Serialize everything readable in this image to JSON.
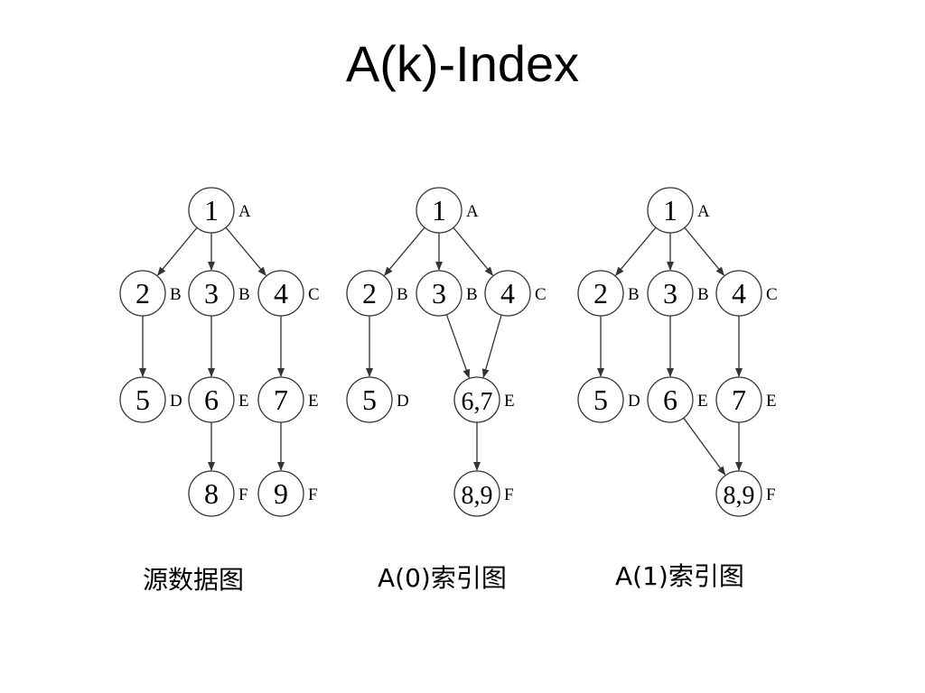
{
  "title": "A(k)-Index",
  "graphs": [
    {
      "id": "source",
      "caption": "源数据图",
      "nodes": [
        {
          "id": "1",
          "label": "1",
          "tag": "A"
        },
        {
          "id": "2",
          "label": "2",
          "tag": "B"
        },
        {
          "id": "3",
          "label": "3",
          "tag": "B"
        },
        {
          "id": "4",
          "label": "4",
          "tag": "C"
        },
        {
          "id": "5",
          "label": "5",
          "tag": "D"
        },
        {
          "id": "6",
          "label": "6",
          "tag": "E"
        },
        {
          "id": "7",
          "label": "7",
          "tag": "E"
        },
        {
          "id": "8",
          "label": "8",
          "tag": "F"
        },
        {
          "id": "9",
          "label": "9",
          "tag": "F"
        }
      ],
      "edges": [
        [
          "1",
          "2"
        ],
        [
          "1",
          "3"
        ],
        [
          "1",
          "4"
        ],
        [
          "2",
          "5"
        ],
        [
          "3",
          "6"
        ],
        [
          "4",
          "7"
        ],
        [
          "6",
          "8"
        ],
        [
          "7",
          "9"
        ]
      ]
    },
    {
      "id": "a0",
      "caption": "A(0)索引图",
      "nodes": [
        {
          "id": "1",
          "label": "1",
          "tag": "A"
        },
        {
          "id": "2",
          "label": "2",
          "tag": "B"
        },
        {
          "id": "3",
          "label": "3",
          "tag": "B"
        },
        {
          "id": "4",
          "label": "4",
          "tag": "C"
        },
        {
          "id": "5",
          "label": "5",
          "tag": "D"
        },
        {
          "id": "67",
          "label": "6,7",
          "tag": "E"
        },
        {
          "id": "89",
          "label": "8,9",
          "tag": "F"
        }
      ],
      "edges": [
        [
          "1",
          "2"
        ],
        [
          "1",
          "3"
        ],
        [
          "1",
          "4"
        ],
        [
          "2",
          "5"
        ],
        [
          "3",
          "67"
        ],
        [
          "4",
          "67"
        ],
        [
          "67",
          "89"
        ]
      ]
    },
    {
      "id": "a1",
      "caption": "A(1)索引图",
      "nodes": [
        {
          "id": "1",
          "label": "1",
          "tag": "A"
        },
        {
          "id": "2",
          "label": "2",
          "tag": "B"
        },
        {
          "id": "3",
          "label": "3",
          "tag": "B"
        },
        {
          "id": "4",
          "label": "4",
          "tag": "C"
        },
        {
          "id": "5",
          "label": "5",
          "tag": "D"
        },
        {
          "id": "6",
          "label": "6",
          "tag": "E"
        },
        {
          "id": "7",
          "label": "7",
          "tag": "E"
        },
        {
          "id": "89",
          "label": "8,9",
          "tag": "F"
        }
      ],
      "edges": [
        [
          "1",
          "2"
        ],
        [
          "1",
          "3"
        ],
        [
          "1",
          "4"
        ],
        [
          "2",
          "5"
        ],
        [
          "3",
          "6"
        ],
        [
          "4",
          "7"
        ],
        [
          "6",
          "89"
        ],
        [
          "7",
          "89"
        ]
      ]
    }
  ]
}
